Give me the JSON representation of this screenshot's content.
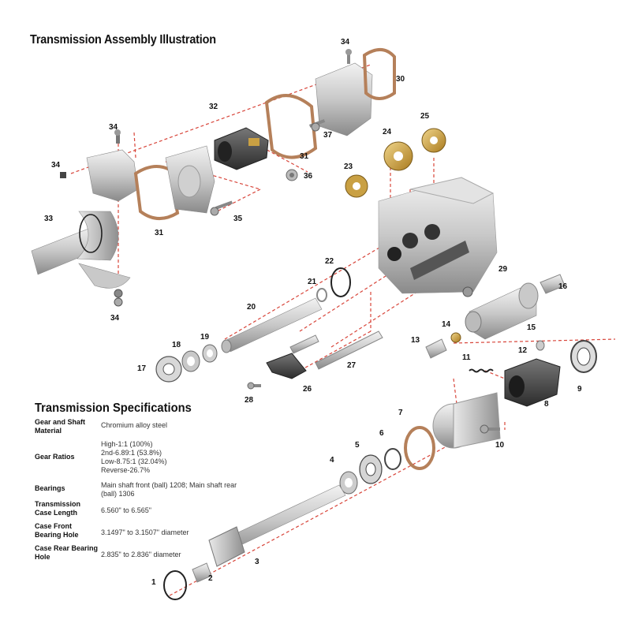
{
  "title": "Transmission Assembly Illustration",
  "specs": {
    "title": "Transmission Specifications",
    "rows": [
      {
        "label": "Gear and Shaft Material",
        "value": "Chromium alloy steel"
      },
      {
        "label": "Gear Ratios",
        "value": "High-1:1 (100%)\n2nd-6.89:1 (53.8%)\nLow-8.75:1 (32.04%)\nReverse-26.7%"
      },
      {
        "label": "Bearings",
        "value": "Main shaft front (ball) 1208; Main shaft rear (ball) 1306"
      },
      {
        "label": "Transmission Case Length",
        "value": "6.560\" to 6.565\""
      },
      {
        "label": "Case Front Bearing Hole",
        "value": "3.1497\" to 3.1507\" diameter"
      },
      {
        "label": "Case Rear Bearing Hole",
        "value": "2.835\" to 2.836\" diameter"
      }
    ]
  },
  "callouts": [
    "1",
    "2",
    "3",
    "4",
    "5",
    "6",
    "7",
    "8",
    "9",
    "10",
    "11",
    "12",
    "13",
    "14",
    "15",
    "16",
    "17",
    "18",
    "19",
    "20",
    "21",
    "22",
    "23",
    "24",
    "25",
    "26",
    "27",
    "28",
    "29",
    "30",
    "31",
    "31",
    "32",
    "33",
    "34",
    "34",
    "34",
    "34",
    "35",
    "36",
    "37"
  ],
  "colors": {
    "leader": "#d8453a",
    "part_light": "#d9d9d9",
    "part_mid": "#a8a8a8",
    "part_dark": "#4a4a4a",
    "gasket": "#b5805a",
    "brass": "#c9a043"
  }
}
